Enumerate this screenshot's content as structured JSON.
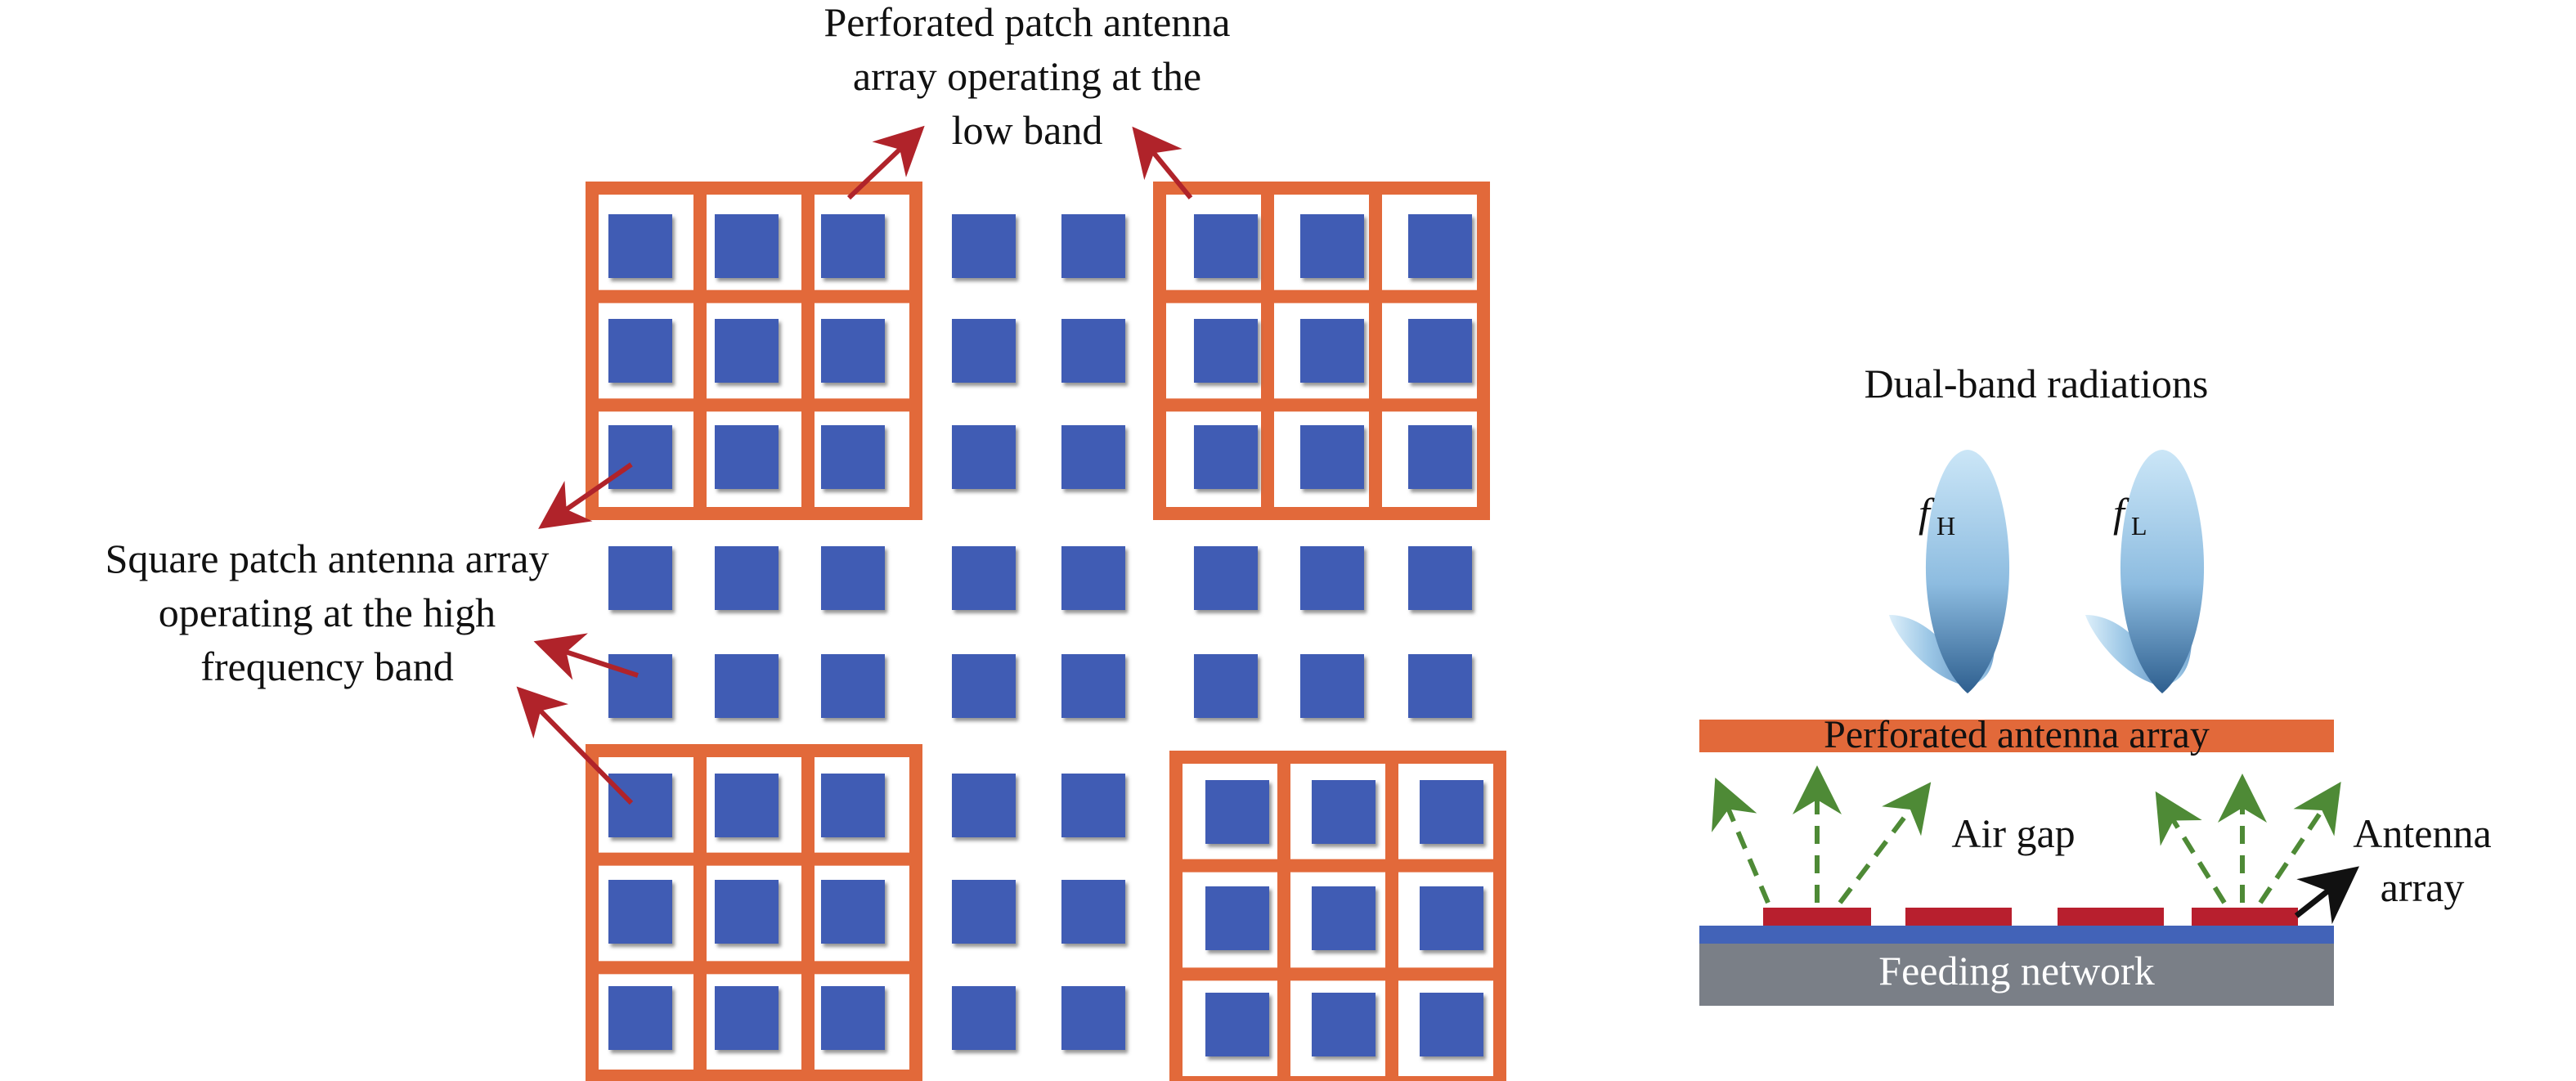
{
  "colors": {
    "frame": "#E2693A",
    "patch": "#3F5BB4",
    "patch_shadow": "#5a5a5a",
    "arrow_red": "#B0232A",
    "arrow_green": "#4E8A36",
    "feed_gray": "#7A7F87",
    "feed_blue": "#4263B8",
    "feed_patch_red": "#B81F2E",
    "beam_light": "#BFE0F5",
    "beam_dark": "#2E5F8F"
  },
  "labels": {
    "top_annotation": [
      "Perforated patch antenna",
      "array operating at the",
      "low band"
    ],
    "left_annotation": [
      "Square patch antenna array",
      "operating at the high",
      "frequency band"
    ],
    "dual_band": "Dual-band radiations",
    "f_high": "f",
    "f_high_sub": "H",
    "f_low": "f",
    "f_low_sub": "L",
    "perforated_array": "Perforated antenna array",
    "air_gap": "Air gap",
    "antenna_array": [
      "Antenna",
      "array"
    ],
    "feeding_network": "Feeding network"
  }
}
